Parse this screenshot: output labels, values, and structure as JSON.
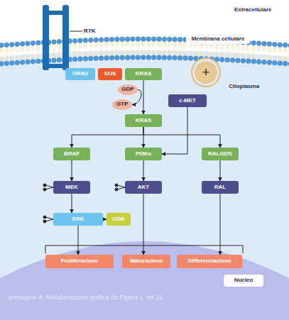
{
  "diagram": {
    "caption": "Immagine 4: Rielaborazione grafica da Figura 1, ref 21",
    "nodes": [
      {
        "text": [
          "Membrana cellulare"
        ]
      },
      {
        "text": [
          "GRB2"
        ]
      },
      {
        "text": [
          "SOS"
        ]
      },
      {
        "text": [
          "KRAS"
        ]
      },
      {
        "text": [
          "+"
        ]
      },
      {
        "text": [
          "GDP"
        ]
      },
      {
        "text": [
          "GTP"
        ]
      },
      {
        "text": [
          "c-MET"
        ]
      },
      {
        "text": [
          "KRAS"
        ]
      },
      {
        "text": [
          "BRAF"
        ]
      },
      {
        "text": [
          "PI3Ks"
        ]
      },
      {
        "text": [
          "RALGDS"
        ]
      },
      {
        "text": [
          "MEK"
        ]
      },
      {
        "text": [
          "AKT"
        ]
      },
      {
        "text": [
          "RAL"
        ]
      },
      {
        "text": [
          "ERK"
        ]
      },
      {
        "text": [
          "CDK"
        ]
      },
      {
        "text": [
          "Proliferazione"
        ]
      },
      {
        "text": [
          "Maturazione"
        ]
      },
      {
        "text": [
          "Differenziazione"
        ]
      },
      {
        "text": [
          "Nucleo"
        ]
      }
    ],
    "edges": [
      {
        "from": 3,
        "to": 8,
        "arrow": "to"
      },
      {
        "from": 5,
        "to": 6,
        "arrow": "to"
      },
      {
        "from": 8,
        "to": 9,
        "arrow": "to"
      },
      {
        "from": 8,
        "to": 10,
        "arrow": "to"
      },
      {
        "from": 8,
        "to": 11,
        "arrow": "to"
      },
      {
        "from": 7,
        "to": 10,
        "arrow": "to"
      },
      {
        "from": 9,
        "to": 12,
        "arrow": "to"
      },
      {
        "from": 10,
        "to": 13,
        "arrow": "to"
      },
      {
        "from": 11,
        "to": 14,
        "arrow": "to"
      },
      {
        "from": 12,
        "to": 15,
        "arrow": "to"
      },
      {
        "from": 15,
        "to": 16,
        "arrow": "to"
      },
      {
        "from": 15,
        "to": 17,
        "arrow": "to"
      },
      {
        "from": 13,
        "to": 18,
        "arrow": "to"
      },
      {
        "from": 14,
        "to": 19,
        "arrow": "to"
      }
    ],
    "labels": [
      "Extracellulare",
      "RTK",
      "Citoplasma"
    ]
  }
}
